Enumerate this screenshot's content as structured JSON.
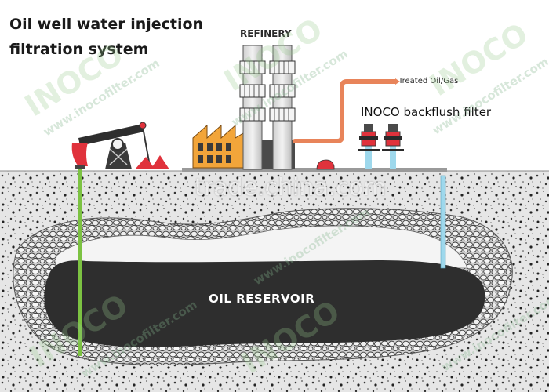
{
  "title": {
    "line1": "Oil well water injection",
    "line2": "filtration system"
  },
  "labels": {
    "refinery": "REFINERY",
    "treated": "Treated Oil/Gas",
    "filter": "INOCO backflush filter",
    "reservoir": "OIL RESERVOIR"
  },
  "watermarks": {
    "url": "www.inocofilter.com",
    "logo": "INOCO",
    "marketplace": "trade.china.com"
  },
  "colors": {
    "sky": "#ffffff",
    "ground": "#e4e4e4",
    "reservoir": "#2e2e2e",
    "pipe": "#e8845a",
    "pump": "#e0323c",
    "factory": "#f2a53a",
    "injection_pipe": "#9ed8ec",
    "production_pipe": "#7cc242"
  },
  "icons": [
    "pumpjack-icon",
    "refinery-icon",
    "factory-icon",
    "filter-icon",
    "pipe-icon"
  ]
}
